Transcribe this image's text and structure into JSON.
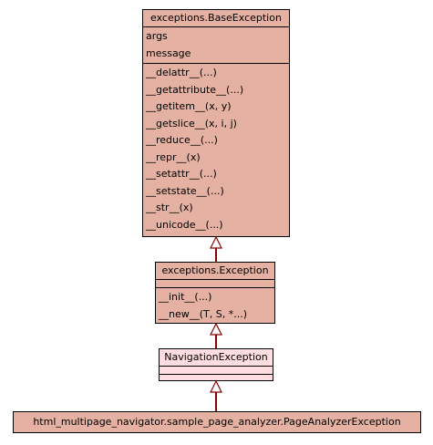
{
  "diagram": {
    "classes": [
      {
        "id": "base",
        "name": "exceptions.BaseException",
        "attributes": [
          "args",
          "message"
        ],
        "methods": [
          "__delattr__(...)",
          "__getattribute__(...)",
          "__getitem__(x, y)",
          "__getslice__(x, i, j)",
          "__reduce__(...)",
          "__repr__(x)",
          "__setattr__(...)",
          "__setstate__(...)",
          "__str__(x)",
          "__unicode__(...)"
        ]
      },
      {
        "id": "exception",
        "name": "exceptions.Exception",
        "attributes": [],
        "methods": [
          "__init__(...)",
          "__new__(T, S, *...)"
        ]
      },
      {
        "id": "navigation",
        "name": "NavigationException",
        "attributes": [],
        "methods": []
      },
      {
        "id": "analyzer",
        "name": "html_multipage_navigator.sample_page_analyzer.PageAnalyzerException"
      }
    ],
    "colors": {
      "class_fill": "#e4b1a2",
      "highlight_fill": "#ffdde0",
      "edge": "#8b0000",
      "border": "#000000"
    }
  }
}
